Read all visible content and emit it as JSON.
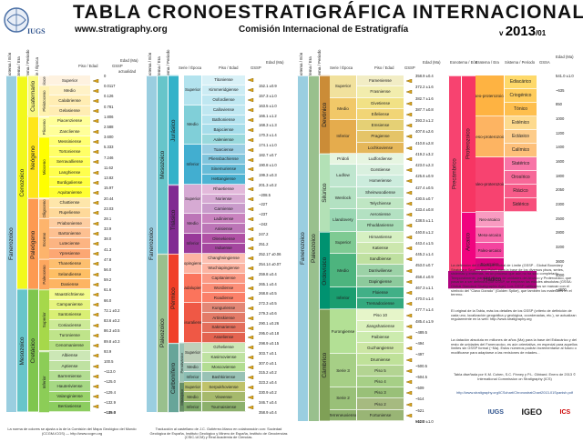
{
  "header": {
    "title": "TABLA CRONOESTRATIGRÁFICA INTERNACIONAL",
    "website": "www.stratigraphy.org",
    "commission": "Comisión Internacional de Estratigrafía",
    "version_prefix": "v",
    "version_year": "2013",
    "version_month": "/01",
    "logo_text": "IUGS"
  },
  "col_headers": {
    "eonothem": "Eonotema / Eón",
    "erathem": "Eratema / Era",
    "system": "Sistema / Periodo",
    "series": "Serie / Época",
    "stage": "Piso / Edad",
    "gssp": "GSSP",
    "age_ma": "Edad (Ma)",
    "present": "actualidad",
    "gsspp": "GSSA"
  },
  "col1": {
    "eon": "Fanerozoico",
    "era": "Cenozoico",
    "era2": "Mesozoico",
    "periods": [
      "Cuaternario",
      "Neógeno",
      "Paleógeno",
      "Cretácico"
    ],
    "epochs": [
      "Holoceno",
      "Pleistoceno",
      "Plioceno",
      "Mioceno",
      "Oligoceno",
      "Eoceno",
      "Paleoceno",
      "Superior",
      "Inferior"
    ],
    "stages": [
      "Superior",
      "Medio",
      "Calabriense",
      "Gelasiense",
      "Piacenziense",
      "Zancliense",
      "Messiniense",
      "Tortoniense",
      "Serravalliense",
      "Langhiense",
      "Burdigaliense",
      "Aquitaniense",
      "Chattiense",
      "Rupeliense",
      "Priaboniense",
      "Bartoniense",
      "Luteciense",
      "Ypresiense",
      "Thanetiense",
      "Selandiense",
      "Daniense",
      "Maastrichtiense",
      "Campaniense",
      "Santoniense",
      "Coniaciense",
      "Turoniense",
      "Cenomaniense",
      "Albiense",
      "Aptiense",
      "Barremiense",
      "Hauteriviense",
      "Valanginiense",
      "Berriasiense"
    ],
    "ages": [
      "0",
      "0.0117",
      "0.126",
      "0.781",
      "1.806",
      "2.588",
      "3.600",
      "5.333",
      "7.246",
      "11.62",
      "13.82",
      "15.97",
      "20.44",
      "23.03",
      "28.1",
      "33.9",
      "38.0",
      "41.3",
      "47.8",
      "56.0",
      "59.2",
      "61.6",
      "66.0",
      "72.1 ±0.2",
      "83.6 ±0.2",
      "86.3 ±0.5",
      "89.8 ±0.3",
      "93.9",
      "100.5",
      "~113.0",
      "~125.0",
      "~129.4",
      "~132.9",
      "~139.8",
      "~145.0"
    ]
  },
  "col2": {
    "eon": "Fanerozoico",
    "era": "Mesozoico",
    "era2": "Paleozoico",
    "periods": [
      "Jurásico",
      "Triásico",
      "Pérmico",
      "Carbonífero"
    ],
    "sub_periods": [
      "Pensilvánico",
      "Misisípico"
    ],
    "epochs": [
      "Superior",
      "Medio",
      "Inferior",
      "Superior",
      "Medio",
      "Inferior",
      "Lopingiense",
      "Guadalupiense",
      "Cisuraliense",
      "Superior",
      "Medio",
      "Inferior",
      "Superior",
      "Medio",
      "Inferior"
    ],
    "stages": [
      "Titoniense",
      "Kimmeridgiense",
      "Oxfordiense",
      "Calloviense",
      "Bathoniense",
      "Bajociense",
      "Aaleniense",
      "Toarciense",
      "Pliensbachiense",
      "Sinemuriense",
      "Hettangiense",
      "Rhaetiense",
      "Noriense",
      "Carniense",
      "Ladiniense",
      "Anisiense",
      "Olenekiense",
      "Induense",
      "Changhsingiense",
      "Wuchiapingiense",
      "Capitaniense",
      "Wordiense",
      "Roadiense",
      "Kunguriense",
      "Artinskiense",
      "Sakmariense",
      "Asseliense",
      "Gzheliense",
      "Kasimoviense",
      "Moscoviense",
      "Bashkiriense",
      "Serpukhoviense",
      "Viseense",
      "Tournaisiense"
    ],
    "ages": [
      "152.1 ±0.9",
      "157.3 ±1.0",
      "163.5 ±1.0",
      "166.1 ±1.2",
      "168.3 ±1.3",
      "170.3 ±1.4",
      "174.1 ±1.0",
      "182.7 ±0.7",
      "190.8 ±1.0",
      "199.3 ±0.3",
      "201.3 ±0.2",
      "~208.5",
      "~227",
      "~237",
      "~242",
      "247.2",
      "251.2",
      "252.17 ±0.06",
      "254.14 ±0.07",
      "259.8 ±0.4",
      "265.1 ±0.4",
      "268.8 ±0.5",
      "272.3 ±0.5",
      "279.3 ±0.6",
      "290.1 ±0.26",
      "295.0 ±0.18",
      "298.9 ±0.15",
      "303.7 ±0.1",
      "307.0 ±0.1",
      "315.2 ±0.2",
      "323.2 ±0.4",
      "330.9 ±0.2",
      "346.7 ±0.4",
      "358.9 ±0.4"
    ]
  },
  "col3": {
    "eon": "Fanerozoico",
    "era": "Paleozoico",
    "periods": [
      "Devónico",
      "Silúrico",
      "Ordovícico",
      "Cámbrico"
    ],
    "epochs": [
      "Superior",
      "Medio",
      "Inferior",
      "Pridoli",
      "Ludlow",
      "Wenlock",
      "Llandovery",
      "Superior",
      "Medio",
      "Inferior",
      "Furongiense",
      "Serie 3",
      "Serie 2",
      "Terreneuviense"
    ],
    "stages": [
      "Fameniense",
      "Frasniense",
      "Givetiense",
      "Eifeliense",
      "Emsiense",
      "Pragiense",
      "Lochkoviense",
      "Ludfordiense",
      "Gorstiense",
      "Homeriense",
      "Sheinwoodiense",
      "Telychiense",
      "Aeroniense",
      "Rhuddaniense",
      "Hirnantiense",
      "Katiense",
      "Sandbiense",
      "Darriwiliense",
      "Dapingiense",
      "Floiense",
      "Tremadociense",
      "Piso 10",
      "Jiangshaniense",
      "Paibiense",
      "Guzhangiense",
      "Drumiense",
      "Piso 5",
      "Piso 4",
      "Piso 3",
      "Piso 2",
      "Fortuniense"
    ],
    "ages": [
      "358.9 ±0.4",
      "372.2 ±1.6",
      "382.7 ±1.6",
      "387.7 ±0.8",
      "393.3 ±1.2",
      "407.6 ±2.6",
      "410.8 ±2.8",
      "419.2 ±3.2",
      "423.0 ±2.3",
      "425.6 ±0.9",
      "427.4 ±0.5",
      "430.5 ±0.7",
      "433.4 ±0.8",
      "438.5 ±1.1",
      "440.8 ±1.2",
      "443.4 ±1.5",
      "445.2 ±1.4",
      "453.0 ±0.7",
      "458.4 ±0.9",
      "467.3 ±1.1",
      "470.0 ±1.4",
      "477.7 ±1.4",
      "485.4 ±1.9",
      "~489.5",
      "~494",
      "~497",
      "~500.5",
      "~504.5",
      "~509",
      "~514",
      "~521",
      "~529",
      "541.0 ±1.0"
    ]
  },
  "col4": {
    "eon1": "Precámbrico",
    "eons": [
      "Proterozoico",
      "Arcaico",
      "Hádico"
    ],
    "eras": [
      "Neo-proterozoico",
      "Meso-proterozoico",
      "Paleo-proterozoico",
      "Neo-arcaico",
      "Meso-arcaico",
      "Paleo-arcaico",
      "Eo-arcaico"
    ],
    "periods": [
      "Ediacárico",
      "Criogénico",
      "Tónico",
      "Esténico",
      "Ectásico",
      "Calímico",
      "Statérico",
      "Orosírico",
      "Riácico",
      "Sidérico"
    ],
    "ages": [
      "541.0 ±1.0",
      "~635",
      "850",
      "1000",
      "1200",
      "1400",
      "1600",
      "1800",
      "2050",
      "2300",
      "2500",
      "2800",
      "3200",
      "3600",
      "4000",
      "~4600"
    ]
  },
  "notes": {
    "left_bottom": "La norma de colores se ajusta a la de la Comisión del Mapa Geológico del Mundo (CCGM-ICGS) — http://www.ccgm.org",
    "mid_bottom": "Traducción al castellano de J.C. Gutiérrez-Marco en colaboración con: Sociedad Geológica de España, Instituto Geológico y Minero de España, Instituto de Geociencias (CSIC-UCM) y Real Academia de Ciencias.",
    "para1": "La definición del Estratotipo Global de Límite (GSSP - Global Boundary Stratotype Section and Point) para la base de los diversos pisos, series, sistemas y eratemas, es un proceso que aún no ha sido completado. Temporalmente, para los límites de unidades del Arcaico y Proterozoico, que pasarán a ser definidos por GSSP, se emplean las edades absolutas (GSSA: Global Standard Stratigraphic Age). Los GSSP ratificados se marcan con el símbolo del \"Clavo Dorado\" (Golden Spike), que también los materiales en el terreno.",
    "para2": "El original de la Tabla, más los detalles de los GSSP (criterio de definición de cada uno, localización geográfica y geológica, coordenadas, etc.), se actualizan regularmente en la web: http://www.stratigraphy.org",
    "para3": "La datación absoluta en millones de años (Ma) para la base del Ediacárico y del resto de unidades del Fanerozoico, es aún orientativa, en especial para aquellos límites sin GSSP formal (~Ma). Estos números podrán incrementarse al futuro o modificarse para adaptarse a las revisiones de edades...",
    "credit": "Tabla diseñada por K.M. Cohen, S.C. Finney y P.L. Gibbard. Enero de 2013 © International Commission on Stratigraphy (ICS)",
    "url2": "http://www.stratigraphy.org/ICSchart/ChronostratChart2013-01Spanish.pdf",
    "logos": [
      "IUGS",
      "IGEO",
      "ICS"
    ]
  },
  "colors": {
    "fanerozoico": "#9acee0",
    "cenozoico": "#f2f91d",
    "mesozoico": "#67c5ca",
    "paleozoico": "#99c08d",
    "precambrico": "#f74370"
  }
}
